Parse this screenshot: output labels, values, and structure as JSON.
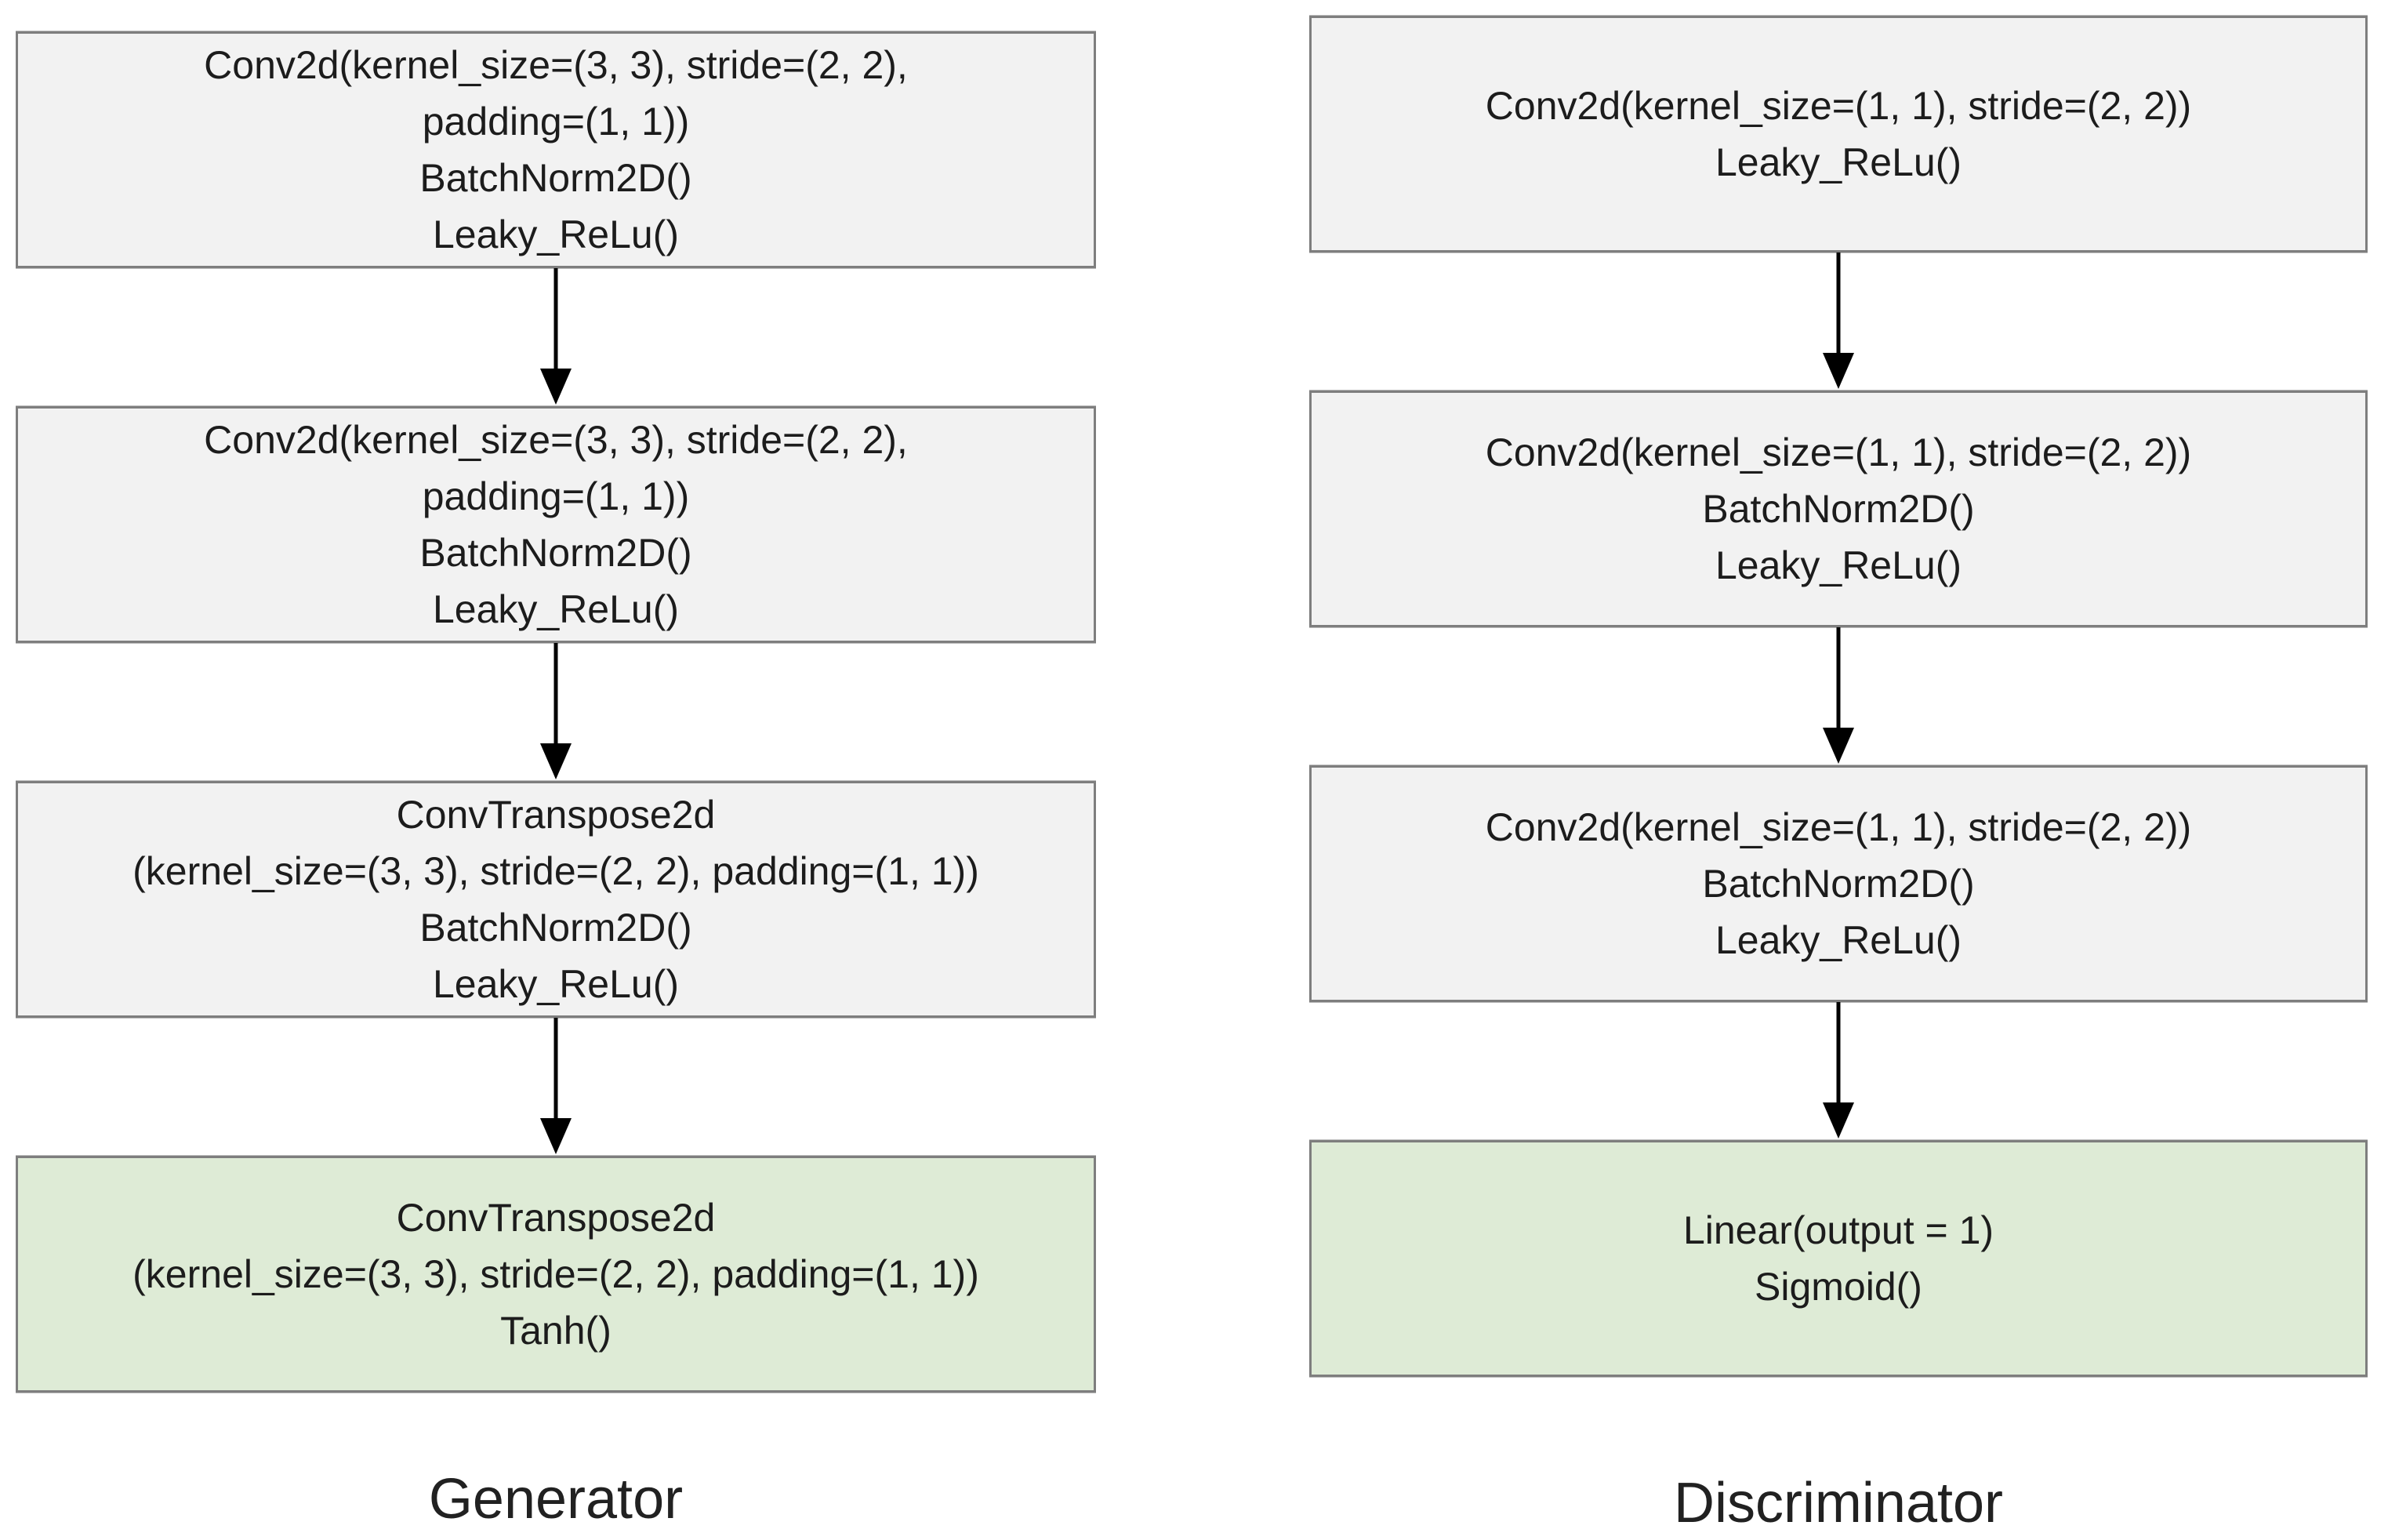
{
  "page": {
    "background": "#ffffff"
  },
  "colors": {
    "layer_box_fill": "#f2f2f2",
    "output_box_fill": "#deebd6",
    "box_border": "#7e7e7e",
    "arrow": "#000000",
    "text": "#1c1c1c"
  },
  "icons": {
    "arrow_down": "↓"
  },
  "generator": {
    "label": "Generator",
    "boxes": [
      {
        "lines": [
          "Conv2d(kernel_size=(3, 3), stride=(2, 2),",
          "padding=(1, 1))",
          "BatchNorm2D()",
          "Leaky_ReLu()"
        ]
      },
      {
        "lines": [
          "Conv2d(kernel_size=(3, 3), stride=(2, 2),",
          "padding=(1, 1))",
          "BatchNorm2D()",
          "Leaky_ReLu()"
        ]
      },
      {
        "lines": [
          "ConvTranspose2d",
          "(kernel_size=(3, 3), stride=(2, 2), padding=(1, 1))",
          "BatchNorm2D()",
          "Leaky_ReLu()"
        ]
      },
      {
        "lines": [
          "ConvTranspose2d",
          "(kernel_size=(3, 3), stride=(2, 2), padding=(1, 1))",
          "Tanh()"
        ]
      }
    ]
  },
  "discriminator": {
    "label": "Discriminator",
    "boxes": [
      {
        "lines": [
          "Conv2d(kernel_size=(1, 1), stride=(2, 2))",
          "Leaky_ReLu()"
        ]
      },
      {
        "lines": [
          "Conv2d(kernel_size=(1, 1), stride=(2, 2))",
          "BatchNorm2D()",
          "Leaky_ReLu()"
        ]
      },
      {
        "lines": [
          "Conv2d(kernel_size=(1, 1), stride=(2, 2))",
          "BatchNorm2D()",
          "Leaky_ReLu()"
        ]
      },
      {
        "lines": [
          "Linear(output = 1)",
          "Sigmoid()"
        ]
      }
    ]
  }
}
